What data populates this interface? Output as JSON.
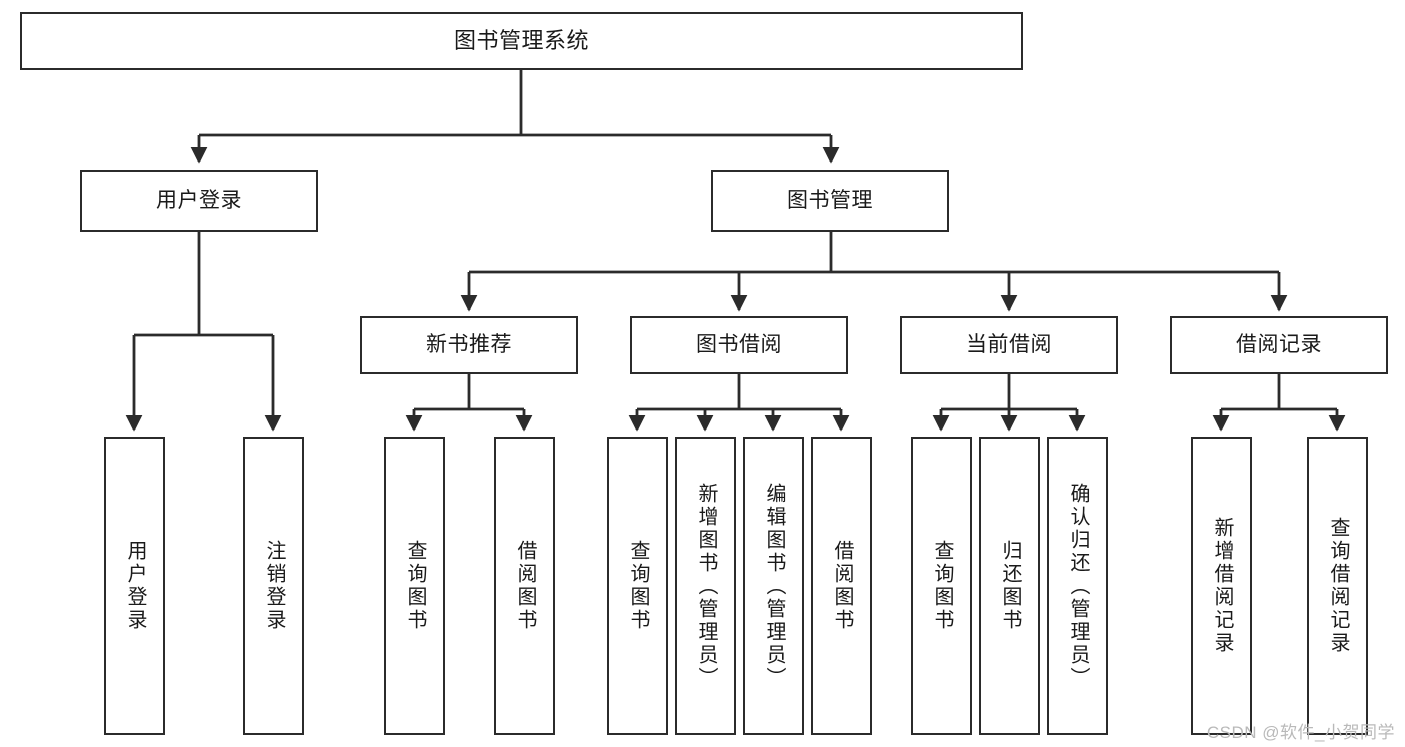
{
  "diagram": {
    "title": "图书管理系统",
    "type": "tree",
    "orientation": "top-down",
    "colors": {
      "box_border": "#2b2b2b",
      "box_fill": "#ffffff",
      "edge": "#2b2b2b",
      "text": "#1a1a1a",
      "watermark": "#b9b9b9"
    },
    "levels": {
      "root": {
        "label": "图书管理系统"
      },
      "level2": [
        {
          "id": "user-login",
          "label": "用户登录"
        },
        {
          "id": "book-management",
          "label": "图书管理"
        }
      ],
      "level3": [
        {
          "id": "new-book-recommend",
          "label": "新书推荐",
          "parent": "book-management"
        },
        {
          "id": "book-borrow",
          "label": "图书借阅",
          "parent": "book-management"
        },
        {
          "id": "current-borrow",
          "label": "当前借阅",
          "parent": "book-management"
        },
        {
          "id": "borrow-record",
          "label": "借阅记录",
          "parent": "book-management"
        }
      ],
      "leaves": [
        {
          "id": "leaf-user-login",
          "label": "用户登录",
          "parent": "user-login"
        },
        {
          "id": "leaf-user-logout",
          "label": "注销登录",
          "parent": "user-login"
        },
        {
          "id": "leaf-query-book-1",
          "label": "查询图书",
          "parent": "new-book-recommend"
        },
        {
          "id": "leaf-borrow-book-1",
          "label": "借阅图书",
          "parent": "new-book-recommend"
        },
        {
          "id": "leaf-query-book-2",
          "label": "查询图书",
          "parent": "book-borrow"
        },
        {
          "id": "leaf-add-book",
          "label": "新增图书（管理员）",
          "parent": "book-borrow"
        },
        {
          "id": "leaf-edit-book",
          "label": "编辑图书（管理员）",
          "parent": "book-borrow"
        },
        {
          "id": "leaf-borrow-book-2",
          "label": "借阅图书",
          "parent": "book-borrow"
        },
        {
          "id": "leaf-query-book-3",
          "label": "查询图书",
          "parent": "current-borrow"
        },
        {
          "id": "leaf-return-book",
          "label": "归还图书",
          "parent": "current-borrow"
        },
        {
          "id": "leaf-confirm-return",
          "label": "确认归还（管理员）",
          "parent": "current-borrow"
        },
        {
          "id": "leaf-add-record",
          "label": "新增借阅记录",
          "parent": "borrow-record"
        },
        {
          "id": "leaf-query-record",
          "label": "查询借阅记录",
          "parent": "borrow-record"
        }
      ]
    }
  },
  "watermark": {
    "text": "CSDN @软件_小贺同学"
  }
}
